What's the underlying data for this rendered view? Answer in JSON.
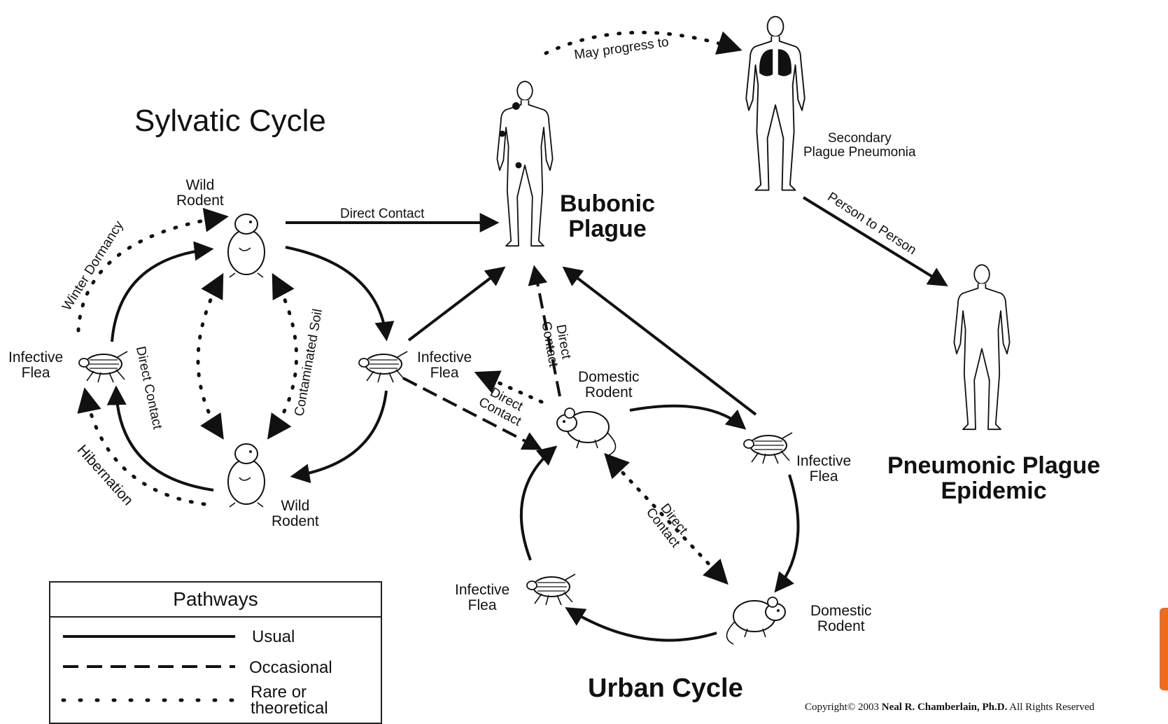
{
  "titles": {
    "sylvatic": "Sylvatic Cycle",
    "urban": "Urban Cycle",
    "bubonic": "Bubonic\nPlague",
    "pneumonic": "Pneumonic Plague\nEpidemic"
  },
  "nodes": {
    "wild_rodent_top": "Wild\nRodent",
    "wild_rodent_bottom": "Wild\nRodent",
    "infective_flea_left": "Infective\nFlea",
    "infective_flea_mid": "Infective\nFlea",
    "domestic_rodent_top": "Domestic\nRodent",
    "infective_flea_urban_right": "Infective\nFlea",
    "infective_flea_urban_left": "Infective\nFlea",
    "domestic_rodent_bottom": "Domestic\nRodent",
    "secondary_pneumonia": "Secondary\nPlague Pneumonia"
  },
  "edge_labels": {
    "direct_contact_top": "Direct Contact",
    "may_progress": "May progress to",
    "person_to_person": "Person to Person",
    "winter_dormancy": "Winter Dormancy",
    "hibernation": "Hibernation",
    "contaminated_soil": "Contaminated Soil",
    "direct_contact_left": "Direct Contact",
    "direct_contact_vertical": "Direct\nContact",
    "direct_contact_diag": "Direct\nContact",
    "direct_contact_urban": "Direct\nContact"
  },
  "legend": {
    "title": "Pathways",
    "usual": "Usual",
    "occasional": "Occasional",
    "rare": "Rare or\ntheoretical"
  },
  "copyright": {
    "prefix": "Copyright© 2003",
    "author": "Neal R. Chamberlain, Ph.D.",
    "suffix": "All Rights Reserved"
  },
  "colors": {
    "ink": "#111111",
    "accent": "#f26a1b"
  }
}
